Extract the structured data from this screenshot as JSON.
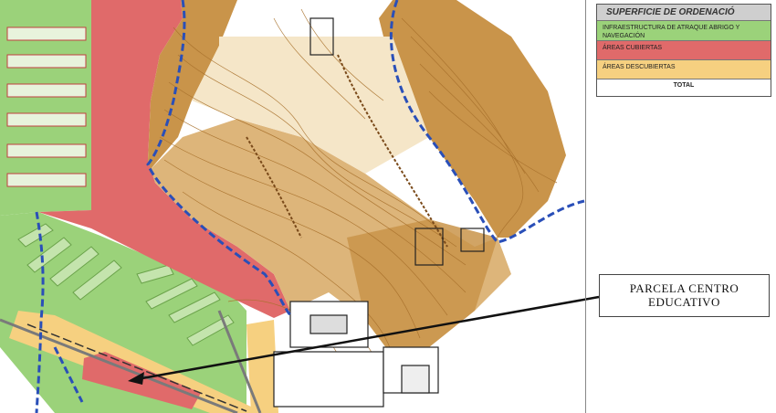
{
  "legend": {
    "header": "SUPERFICIE DE ORDENACIÓ",
    "rows": [
      {
        "label": "INFRAESTRUCTURA DE ATRAQUE ABRIGO Y NAVEGACIÓN",
        "color": "#9bd27a"
      },
      {
        "label": "ÁREAS CUBIERTAS",
        "color": "#e06a6a"
      },
      {
        "label": "ÁREAS DESCUBIERTAS",
        "color": "#f6d080"
      }
    ],
    "total_label": "TOTAL"
  },
  "callout": {
    "line1": "PARCELA CENTRO",
    "line2": "EDUCATIVO"
  },
  "colors": {
    "green": "#9bd27a",
    "red": "#e06a6a",
    "yellow": "#f6d080",
    "terrain": "#c9944a",
    "boundary": "#2a4fb8"
  }
}
